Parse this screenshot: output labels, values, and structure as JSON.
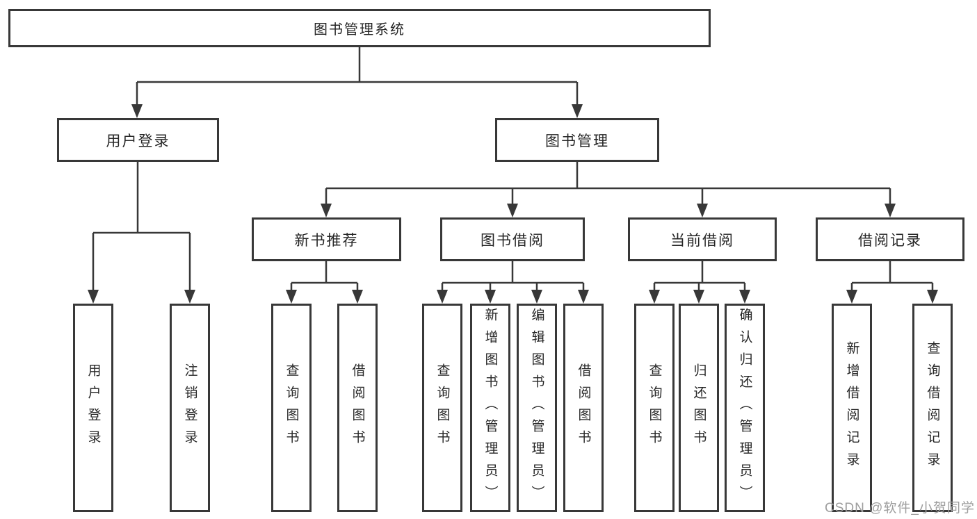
{
  "diagram_title": "图书管理系统",
  "tree": {
    "label": "图书管理系统",
    "children": [
      {
        "label": "用户登录",
        "children": [
          {
            "label": "用户登录"
          },
          {
            "label": "注销登录"
          }
        ]
      },
      {
        "label": "图书管理",
        "children": [
          {
            "label": "新书推荐",
            "children": [
              {
                "label": "查询图书"
              },
              {
                "label": "借阅图书"
              }
            ]
          },
          {
            "label": "图书借阅",
            "children": [
              {
                "label": "查询图书"
              },
              {
                "label": "新增图书（管理员）"
              },
              {
                "label": "编辑图书（管理员）"
              },
              {
                "label": "借阅图书"
              }
            ]
          },
          {
            "label": "当前借阅",
            "children": [
              {
                "label": "查询图书"
              },
              {
                "label": "归还图书"
              },
              {
                "label": "确认归还（管理员）"
              }
            ]
          },
          {
            "label": "借阅记录",
            "children": [
              {
                "label": "新增借阅记录"
              },
              {
                "label": "查询借阅记录"
              }
            ]
          }
        ]
      }
    ]
  },
  "watermark": {
    "text": "CSDN @软件_小贺同学"
  },
  "colors": {
    "line": "#383838",
    "box_border": "#383838",
    "text": "#262626",
    "watermark": "#9e9e9e",
    "background": "#ffffff"
  }
}
